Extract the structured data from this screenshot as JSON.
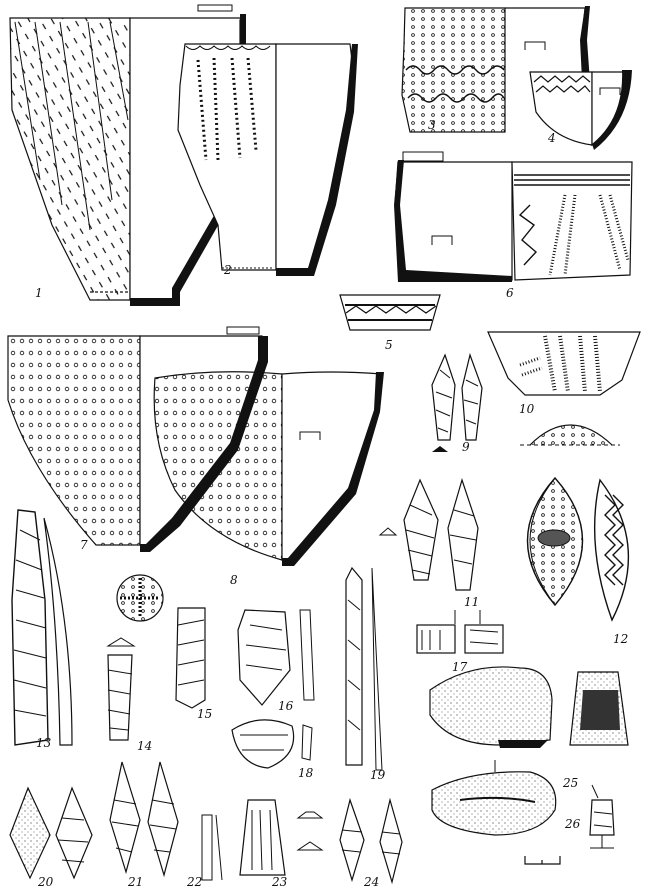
{
  "figure_numbers": [
    "1",
    "2",
    "3",
    "4",
    "5",
    "6",
    "7",
    "8",
    "9",
    "10",
    "11",
    "12",
    "13",
    "14",
    "15",
    "16",
    "17",
    "18",
    "19",
    "20",
    "21",
    "22",
    "23",
    "24",
    "25",
    "26"
  ],
  "colors": {
    "ink": "#111111",
    "paper": "#ffffff",
    "stipple": "#444444"
  }
}
